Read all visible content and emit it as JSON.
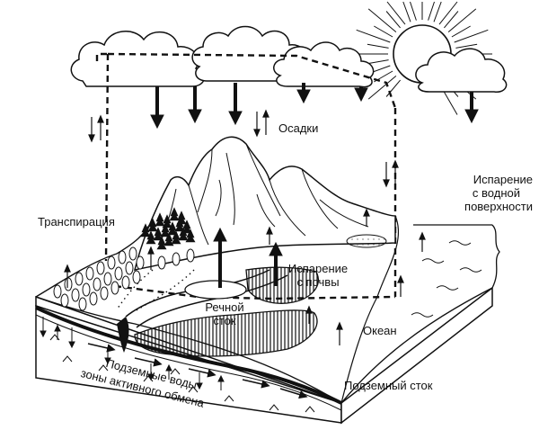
{
  "diagram": {
    "labels": {
      "precipitation": "Осадки",
      "transpiration": "Транспирация",
      "ocean_evap_1": "Испарение",
      "ocean_evap_2": "с водной",
      "ocean_evap_3": "поверхности",
      "soil_evap_1": "Испарение",
      "soil_evap_2": "с почвы",
      "river_runoff_1": "Речной",
      "river_runoff_2": "сток",
      "ocean": "Океан",
      "groundwater_1": "Подземные воды",
      "groundwater_2": "зоны активного обмена",
      "underground_runoff": "Подземный сток"
    },
    "colors": {
      "ink": "#111111",
      "paper": "#ffffff",
      "shade": "#cfcfcf"
    },
    "icons": [
      "cloud-icon",
      "sun-icon",
      "mountain-icon",
      "forest-icon",
      "arrow-icon"
    ]
  }
}
